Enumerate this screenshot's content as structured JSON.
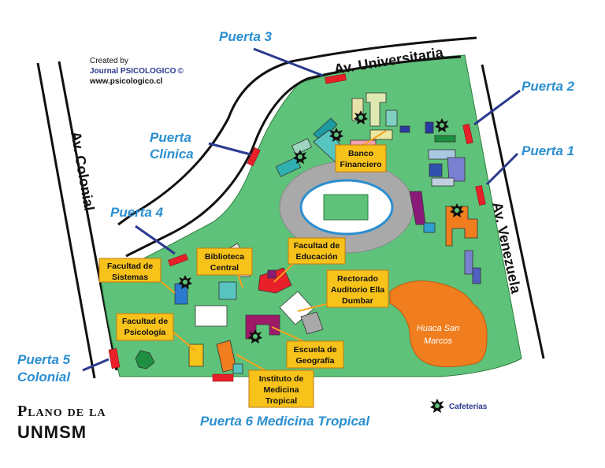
{
  "credits": {
    "created_by": "Created by",
    "journal": "Journal PSICOLOGICO",
    "copyright": "©",
    "url": "www.psicologico.cl"
  },
  "title": {
    "line1": "Plano de la",
    "line2": "UNMSM"
  },
  "roads": {
    "universitaria": "Av. Universitaria",
    "colonial": "Av. Colonial",
    "venezuela": "Av. Venezuela"
  },
  "gates": {
    "puerta3": "Puerta 3",
    "puerta2": "Puerta 2",
    "puerta1": "Puerta 1",
    "clinica_1": "Puerta",
    "clinica_2": "Clínica",
    "puerta4": "Puerta 4",
    "puerta5_1": "Puerta 5",
    "puerta5_2": "Colonial",
    "puerta6": "Puerta 6 Medicina Tropical"
  },
  "buildings": {
    "banco_1": "Banco",
    "banco_2": "Financiero",
    "educacion_1": "Facultad de",
    "educacion_2": "Educación",
    "biblioteca_1": "Biblioteca",
    "biblioteca_2": "Central",
    "sistemas_1": "Facultad de",
    "sistemas_2": "Sistemas",
    "rectorado_1": "Rectorado",
    "rectorado_2": "Auditorio Ella",
    "rectorado_3": "Dumbar",
    "psicologia_1": "Facultad de",
    "psicologia_2": "Psicología",
    "geografia_1": "Escuela de",
    "geografia_2": "Geografía",
    "medicina_1": "Instituto de",
    "medicina_2": "Medicina",
    "medicina_3": "Tropical",
    "huaca_1": "Huaca San",
    "huaca_2": "Marcos"
  },
  "legend": {
    "cafeterias": "Cafeterías"
  },
  "colors": {
    "campus": "#5fc27a",
    "gate": "#e8202a",
    "label_box": "#f7c21a",
    "huaca": "#f07e1e",
    "gate_text": "#2b8fd0",
    "gate_line": "#2b3a8f"
  },
  "icons": [
    "cafeteria-icon"
  ]
}
